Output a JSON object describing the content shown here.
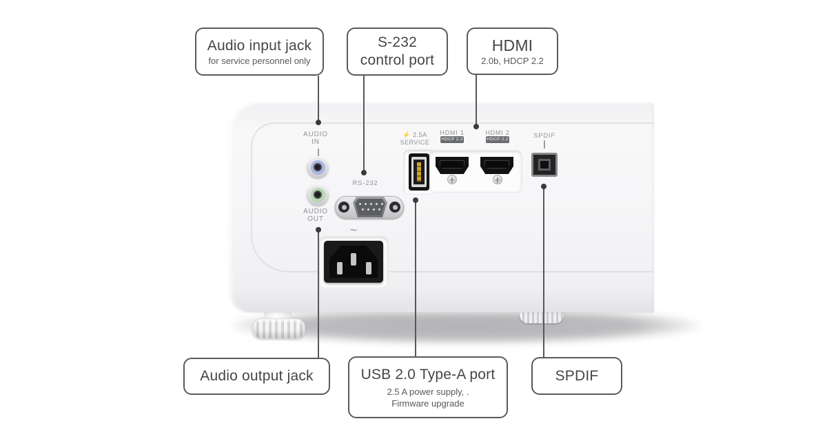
{
  "diagram": {
    "callouts": {
      "audio_input": {
        "title": "Audio input jack",
        "subtitle": "for service personnel only"
      },
      "s232": {
        "title_line1": "S-232",
        "title_line2": "control port"
      },
      "hdmi": {
        "title": "HDMI",
        "subtitle": "2.0b, HDCP 2.2"
      },
      "audio_output": {
        "title": "Audio output jack"
      },
      "usb": {
        "title": "USB 2.0 Type-A port",
        "subtitle_line1": "2.5 A power supply, .",
        "subtitle_line2": "Firmware upgrade"
      },
      "spdif": {
        "title": "SPDIF"
      }
    },
    "panel": {
      "audio_in_label_line1": "AUDIO",
      "audio_in_label_line2": "IN",
      "audio_out_label_line1": "AUDIO",
      "audio_out_label_line2": "OUT",
      "rs232_label": "RS-232",
      "usb_label_line1": "⚡ 2.5A",
      "usb_label_line2": "SERVICE",
      "hdmi1_label": "HDMI 1",
      "hdmi1_badge": "HDCP 2.2",
      "hdmi2_label": "HDMI 2",
      "hdmi2_badge": "HDCP 2.2",
      "spdif_label": "SPDIF",
      "power_symbol": "~"
    },
    "colors": {
      "callout_border": "#58595b",
      "callout_text": "#454649",
      "leader_line": "#55565a",
      "panel_label": "#8e9095",
      "hdcp_badge_bg": "#696b6e",
      "audio_in_ring": "#a9b5e3",
      "audio_out_ring": "#b5d8ae",
      "usb_contact_gold": "#cfa62f"
    }
  }
}
